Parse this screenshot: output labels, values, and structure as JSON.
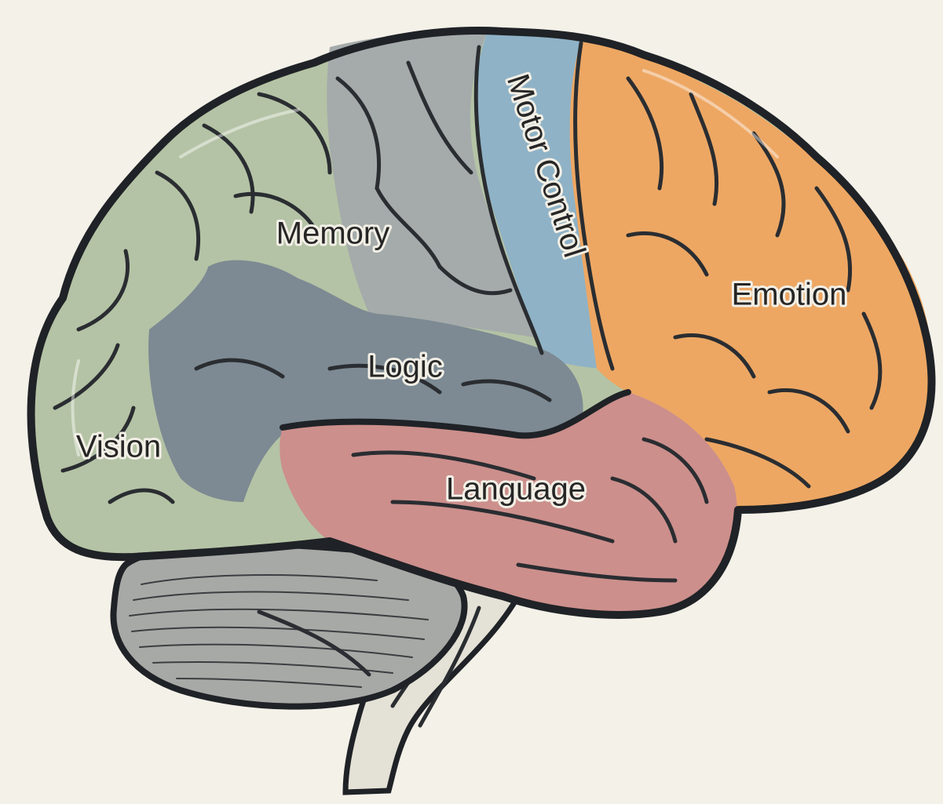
{
  "diagram": {
    "regions": [
      {
        "key": "memory",
        "label": "Memory",
        "color": "#b4c3a5"
      },
      {
        "key": "motor",
        "label": "Motor Control",
        "color": "#8fb2c6"
      },
      {
        "key": "emotion",
        "label": "Emotion",
        "color": "#eda763"
      },
      {
        "key": "logic",
        "label": "Logic",
        "color": "#7d8a93"
      },
      {
        "key": "vision",
        "label": "Vision",
        "color": "#b4c3a5"
      },
      {
        "key": "language",
        "label": "Language",
        "color": "#cc8f8c"
      }
    ],
    "unlabeled_parts": {
      "association_cortex_color": "#a5abaa",
      "cerebellum_color": "#a7a9a6",
      "brainstem_color": "#e4e1d6",
      "outline_color": "#1f2226",
      "background_color": "#f4f1e8"
    }
  }
}
